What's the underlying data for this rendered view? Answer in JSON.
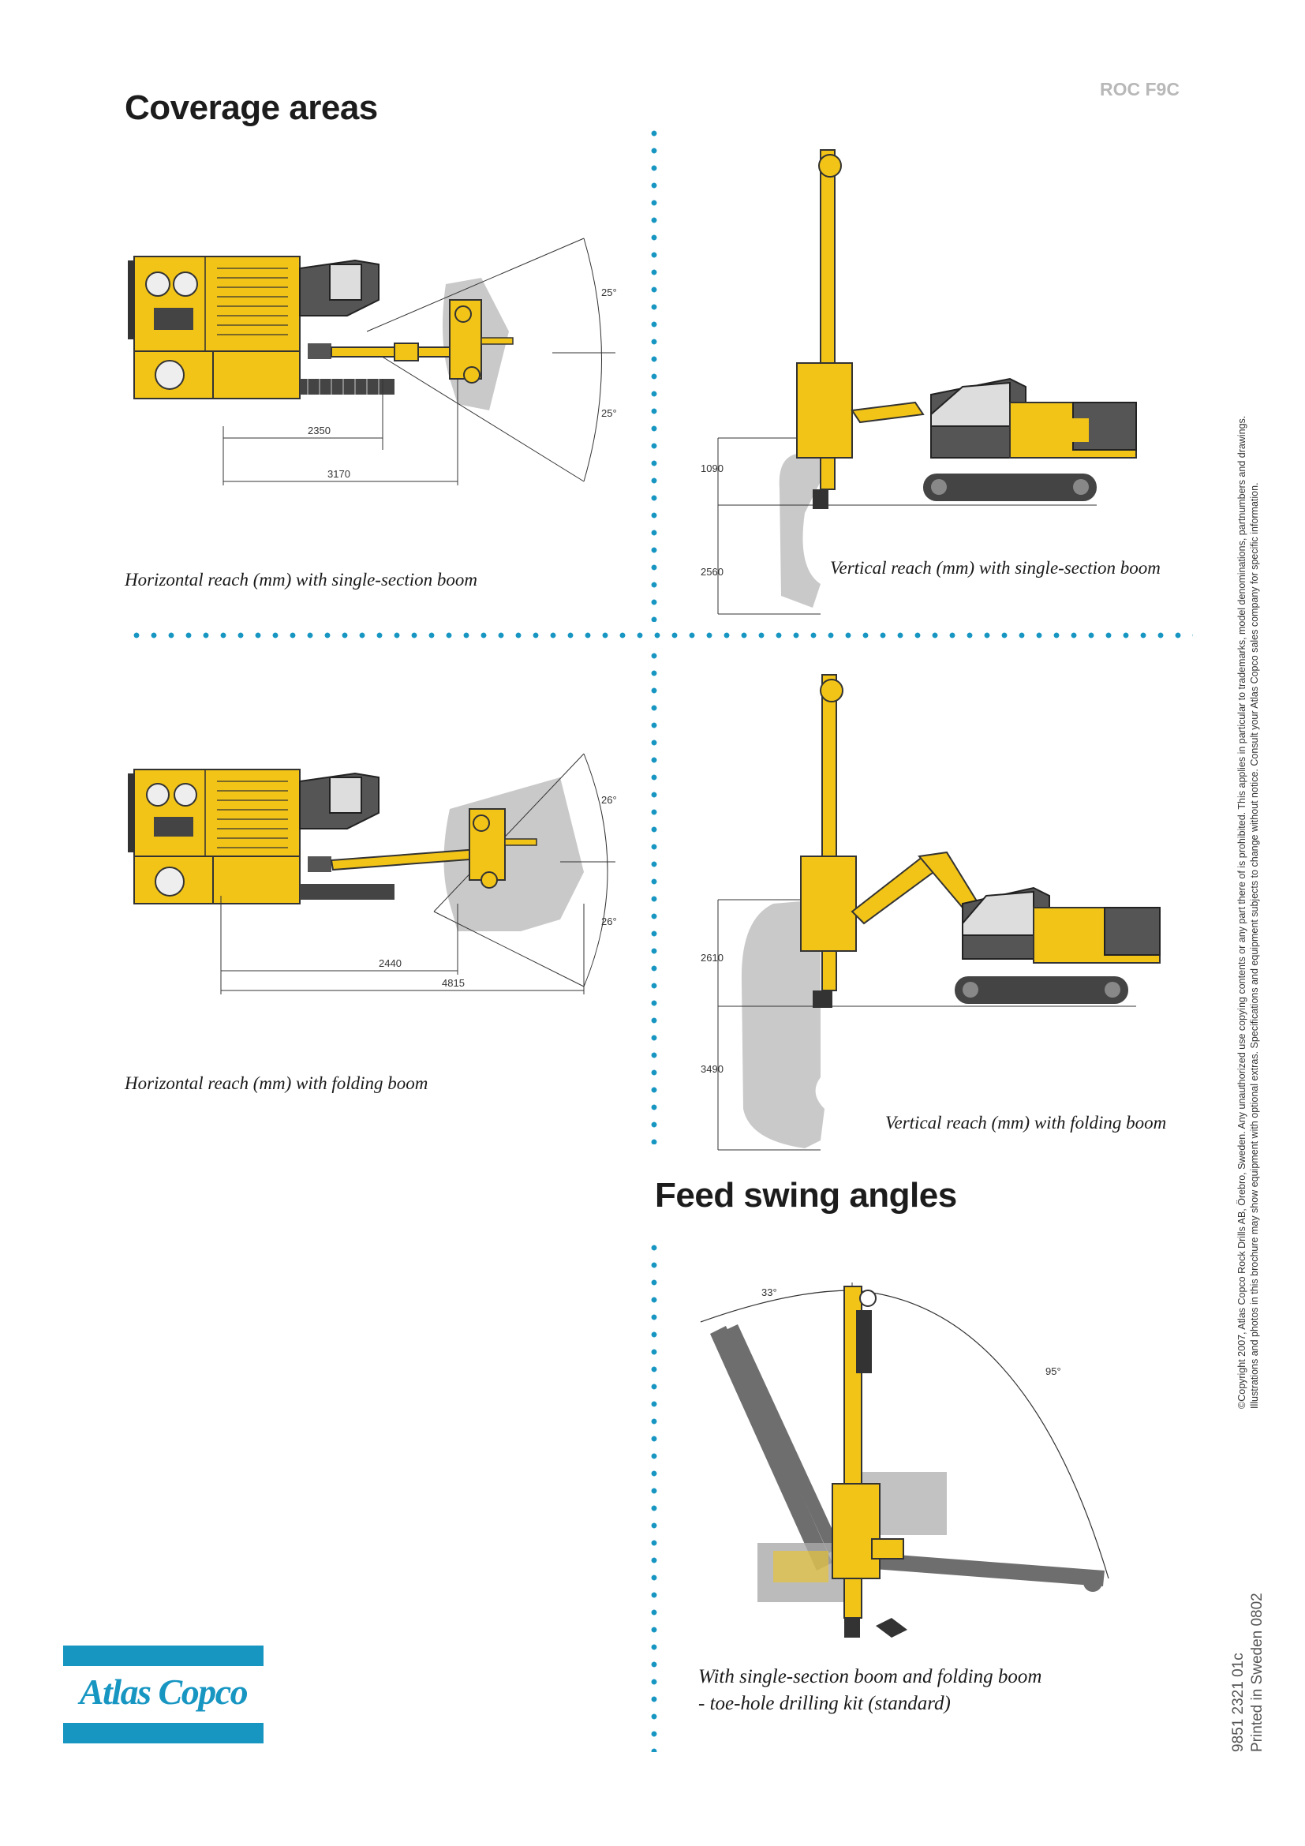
{
  "header": {
    "title": "Coverage areas",
    "model": "ROC F9C"
  },
  "panels": {
    "h_single": {
      "caption": "Horizontal reach (mm) with single-section boom",
      "dim_inner": "2350",
      "dim_outer": "3170",
      "angle_top": "25°",
      "angle_bottom": "25°"
    },
    "v_single": {
      "caption": "Vertical reach (mm) with single-section boom",
      "dim_up": "1090",
      "dim_down": "2560"
    },
    "h_folding": {
      "caption": "Horizontal reach (mm) with folding boom",
      "dim_inner": "2440",
      "dim_outer": "4815",
      "angle_top": "26°",
      "angle_bottom": "26°"
    },
    "v_folding": {
      "caption": "Vertical reach (mm) with folding boom",
      "dim_up": "2610",
      "dim_down": "3490"
    }
  },
  "feed_swing": {
    "title": "Feed swing angles",
    "angle_left": "33°",
    "angle_right": "95°",
    "caption_line1": "With single-section boom and folding boom",
    "caption_line2": "- toe-hole drilling kit (standard)"
  },
  "legal": {
    "line1": "©Copyright 2007, Atlas Copco Rock Drills AB, Örebro, Sweden. Any unauthorized use copying contents or any part there of is prohibited. This applies in particular to trademarks, model denominations, partnumbers and drawings.",
    "line2": "Illustrations and photos in this brochure may show equipment with optional extras. Specifications and equipment subjects to change without notice. Consult your Atlas Copco sales company for specific information."
  },
  "doc_number": {
    "line1": "9851 2321 01c",
    "line2": "Printed in Sweden 0802"
  },
  "brand": {
    "name": "Atlas Copco",
    "color": "#1896c2"
  },
  "colors": {
    "machine_yellow": "#f2c417",
    "reach_grey": "#c9c9c9",
    "dot_blue": "#1896c2"
  }
}
